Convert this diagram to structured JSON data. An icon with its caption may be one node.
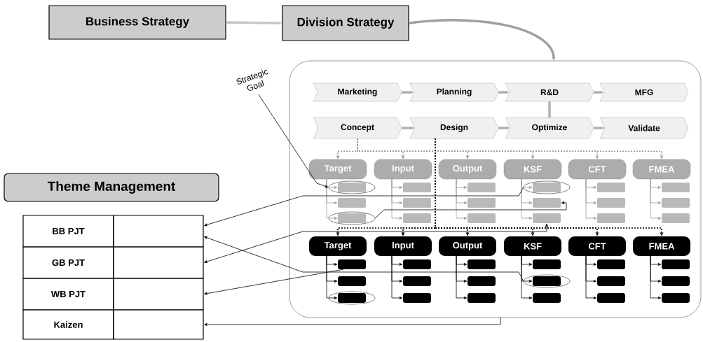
{
  "diagram": {
    "nodes": [
      {
        "text": [
          "Business Strategy"
        ]
      },
      {
        "text": [
          "Division Strategy"
        ]
      },
      {
        "text": [],
        "shape": "box"
      },
      {
        "text": [
          "Marketing"
        ],
        "in": 2
      },
      {
        "text": [
          "Planning"
        ],
        "in": 2
      },
      {
        "text": [
          "R&D"
        ],
        "in": 2
      },
      {
        "text": [
          "MFG"
        ],
        "in": 2
      },
      {
        "text": [
          "Concept"
        ],
        "in": 2
      },
      {
        "text": [
          "Design"
        ],
        "in": 2
      },
      {
        "text": [
          "Optimize"
        ],
        "in": 2
      },
      {
        "text": [
          "Validate"
        ],
        "in": 2
      },
      {
        "text": [
          "Target"
        ],
        "in": 2
      },
      {
        "text": [
          "Input"
        ],
        "in": 2
      },
      {
        "text": [
          "Output"
        ],
        "in": 2
      },
      {
        "text": [
          "KSF"
        ],
        "in": 2
      },
      {
        "text": [
          "CFT"
        ],
        "in": 2
      },
      {
        "text": [
          "FMEA"
        ],
        "in": 2
      },
      {
        "text": [],
        "shape": "box",
        "in": 59
      },
      {
        "text": [],
        "shape": "box",
        "in": 2
      },
      {
        "text": [],
        "shape": "box",
        "in": 60
      },
      {
        "text": [],
        "shape": "box",
        "in": 2
      },
      {
        "text": [],
        "shape": "box",
        "in": 2
      },
      {
        "text": [],
        "shape": "box",
        "in": 2
      },
      {
        "text": [],
        "shape": "box",
        "in": 2
      },
      {
        "text": [],
        "shape": "box",
        "in": 2
      },
      {
        "text": [],
        "shape": "box",
        "in": 2
      },
      {
        "text": [],
        "shape": "box",
        "in": 61
      },
      {
        "text": [],
        "shape": "box",
        "in": 2
      },
      {
        "text": [],
        "shape": "box",
        "in": 2
      },
      {
        "text": [],
        "shape": "box",
        "in": 2
      },
      {
        "text": [],
        "shape": "box",
        "in": 2
      },
      {
        "text": [],
        "shape": "box",
        "in": 2
      },
      {
        "text": [],
        "shape": "box",
        "in": 2
      },
      {
        "text": [],
        "shape": "box",
        "in": 2
      },
      {
        "text": [],
        "shape": "box",
        "in": 2
      },
      {
        "text": [
          "Target"
        ],
        "in": 2
      },
      {
        "text": [
          "Input"
        ],
        "in": 2
      },
      {
        "text": [
          "Output"
        ],
        "in": 2
      },
      {
        "text": [
          "KSF"
        ],
        "in": 2
      },
      {
        "text": [
          "CFT"
        ],
        "in": 2
      },
      {
        "text": [
          "FMEA"
        ],
        "in": 2
      },
      {
        "text": [],
        "shape": "box",
        "in": 2
      },
      {
        "text": [],
        "shape": "box",
        "in": 2
      },
      {
        "text": [],
        "shape": "box",
        "in": 63
      },
      {
        "text": [],
        "shape": "box",
        "in": 2
      },
      {
        "text": [],
        "shape": "box",
        "in": 2
      },
      {
        "text": [],
        "shape": "box",
        "in": 2
      },
      {
        "text": [],
        "shape": "box",
        "in": 2
      },
      {
        "text": [],
        "shape": "box",
        "in": 2
      },
      {
        "text": [],
        "shape": "box",
        "in": 2
      },
      {
        "text": [],
        "shape": "box",
        "in": 2
      },
      {
        "text": [],
        "shape": "box",
        "in": 62
      },
      {
        "text": [],
        "shape": "box",
        "in": 2
      },
      {
        "text": [],
        "shape": "box",
        "in": 2
      },
      {
        "text": [],
        "shape": "box",
        "in": 2
      },
      {
        "text": [],
        "shape": "box",
        "in": 2
      },
      {
        "text": [],
        "shape": "box",
        "in": 2
      },
      {
        "text": [],
        "shape": "box",
        "in": 2
      },
      {
        "text": [],
        "shape": "box",
        "in": 2
      },
      {
        "text": [],
        "shape": "ellipse",
        "in": 2
      },
      {
        "text": [],
        "shape": "ellipse",
        "in": 2
      },
      {
        "text": [],
        "shape": "ellipse",
        "in": 2
      },
      {
        "text": [],
        "shape": "ellipse",
        "in": 2
      },
      {
        "text": [],
        "shape": "ellipse",
        "in": 2
      },
      {
        "text": [
          "Strategic Goal"
        ]
      },
      {
        "text": [
          "Theme Management"
        ]
      },
      {
        "text": [
          "BB PJT"
        ]
      },
      {
        "text": [],
        "shape": "box"
      },
      {
        "text": [
          "GB PJT"
        ]
      },
      {
        "text": [],
        "shape": "box"
      },
      {
        "text": [
          "WB PJT"
        ]
      },
      {
        "text": [],
        "shape": "box"
      },
      {
        "text": [
          "Kaizen"
        ]
      },
      {
        "text": [],
        "shape": "box"
      }
    ],
    "edges": [
      {
        "from": 0,
        "to": 1,
        "arrow": "to",
        "style": "thick",
        "color": "#c8c8c8"
      },
      {
        "from": 1,
        "to": 2,
        "arrow": "to",
        "style": "thick",
        "color": "#a0a0a0"
      },
      {
        "from": 3,
        "to": 4,
        "arrow": "to",
        "style": "thick",
        "color": "#b0b0b0"
      },
      {
        "from": 4,
        "to": 5,
        "arrow": "to",
        "style": "thick",
        "color": "#b0b0b0"
      },
      {
        "from": 5,
        "to": 6,
        "arrow": "to",
        "style": "thick",
        "color": "#b0b0b0"
      },
      {
        "from": 7,
        "to": 8,
        "arrow": "to",
        "style": "thick",
        "color": "#b0b0b0"
      },
      {
        "from": 8,
        "to": 9,
        "arrow": "to",
        "style": "thick",
        "color": "#b0b0b0"
      },
      {
        "from": 9,
        "to": 10,
        "arrow": "to",
        "style": "thick",
        "color": "#b0b0b0"
      },
      {
        "from": 5,
        "to": 9,
        "arrow": "none",
        "style": "thick",
        "color": "#b0b0b0"
      },
      {
        "from": 7,
        "to": 11,
        "arrow": "to",
        "style": "dashed",
        "color": "#999999"
      },
      {
        "from": 7,
        "to": 12,
        "arrow": "to",
        "style": "dashed",
        "color": "#999999"
      },
      {
        "from": 7,
        "to": 13,
        "arrow": "to",
        "style": "dashed",
        "color": "#999999"
      },
      {
        "from": 7,
        "to": 14,
        "arrow": "to",
        "style": "dashed",
        "color": "#999999"
      },
      {
        "from": 7,
        "to": 15,
        "arrow": "to",
        "style": "dashed",
        "color": "#999999"
      },
      {
        "from": 7,
        "to": 16,
        "arrow": "to",
        "style": "dashed",
        "color": "#999999"
      },
      {
        "from": 8,
        "to": 35,
        "arrow": "to",
        "style": "dashed"
      },
      {
        "from": 8,
        "to": 36,
        "arrow": "to",
        "style": "dashed"
      },
      {
        "from": 8,
        "to": 37,
        "arrow": "to",
        "style": "dashed"
      },
      {
        "from": 8,
        "to": 38,
        "arrow": "to",
        "style": "dashed"
      },
      {
        "from": 8,
        "to": 39,
        "arrow": "to",
        "style": "dashed"
      },
      {
        "from": 8,
        "to": 40,
        "arrow": "to",
        "style": "dashed"
      },
      {
        "from": 11,
        "to": 17,
        "arrow": "to",
        "color": "#999999"
      },
      {
        "from": 11,
        "to": 18,
        "arrow": "to",
        "color": "#999999"
      },
      {
        "from": 11,
        "to": 19,
        "arrow": "to",
        "color": "#999999"
      },
      {
        "from": 12,
        "to": 20,
        "arrow": "to",
        "color": "#999999"
      },
      {
        "from": 12,
        "to": 21,
        "arrow": "to",
        "color": "#999999"
      },
      {
        "from": 12,
        "to": 22,
        "arrow": "to",
        "color": "#999999"
      },
      {
        "from": 13,
        "to": 23,
        "arrow": "to",
        "color": "#999999"
      },
      {
        "from": 13,
        "to": 24,
        "arrow": "to",
        "color": "#999999"
      },
      {
        "from": 13,
        "to": 25,
        "arrow": "to",
        "color": "#999999"
      },
      {
        "from": 14,
        "to": 26,
        "arrow": "to",
        "color": "#999999"
      },
      {
        "from": 14,
        "to": 27,
        "arrow": "to",
        "color": "#999999"
      },
      {
        "from": 14,
        "to": 28,
        "arrow": "to",
        "color": "#999999"
      },
      {
        "from": 15,
        "to": 29,
        "arrow": "to",
        "color": "#999999"
      },
      {
        "from": 15,
        "to": 30,
        "arrow": "to",
        "color": "#999999"
      },
      {
        "from": 15,
        "to": 31,
        "arrow": "to",
        "color": "#999999"
      },
      {
        "from": 16,
        "to": 32,
        "arrow": "to",
        "color": "#999999"
      },
      {
        "from": 16,
        "to": 33,
        "arrow": "to",
        "color": "#999999"
      },
      {
        "from": 16,
        "to": 34,
        "arrow": "to",
        "color": "#999999"
      },
      {
        "from": 35,
        "to": 41,
        "arrow": "to"
      },
      {
        "from": 35,
        "to": 42,
        "arrow": "to"
      },
      {
        "from": 35,
        "to": 43,
        "arrow": "to"
      },
      {
        "from": 36,
        "to": 44,
        "arrow": "to"
      },
      {
        "from": 36,
        "to": 45,
        "arrow": "to"
      },
      {
        "from": 36,
        "to": 46,
        "arrow": "to"
      },
      {
        "from": 37,
        "to": 47,
        "arrow": "to"
      },
      {
        "from": 37,
        "to": 48,
        "arrow": "to"
      },
      {
        "from": 37,
        "to": 49,
        "arrow": "to"
      },
      {
        "from": 38,
        "to": 50,
        "arrow": "to"
      },
      {
        "from": 38,
        "to": 51,
        "arrow": "to"
      },
      {
        "from": 38,
        "to": 52,
        "arrow": "to"
      },
      {
        "from": 39,
        "to": 53,
        "arrow": "to"
      },
      {
        "from": 39,
        "to": 54,
        "arrow": "to"
      },
      {
        "from": 39,
        "to": 55,
        "arrow": "to"
      },
      {
        "from": 40,
        "to": 56,
        "arrow": "to"
      },
      {
        "from": 40,
        "to": 57,
        "arrow": "to"
      },
      {
        "from": 40,
        "to": 58,
        "arrow": "to"
      },
      {
        "from": 64,
        "to": 59,
        "arrow": "to"
      },
      {
        "from": 61,
        "to": 67,
        "arrow": "to"
      },
      {
        "from": 62,
        "to": 67,
        "arrow": "to"
      },
      {
        "from": 28,
        "to": 69,
        "arrow": "both"
      },
      {
        "from": 60,
        "to": 27,
        "arrow": "to"
      },
      {
        "from": 41,
        "to": 71,
        "arrow": "to"
      },
      {
        "from": 2,
        "to": 73,
        "arrow": "to"
      }
    ]
  }
}
